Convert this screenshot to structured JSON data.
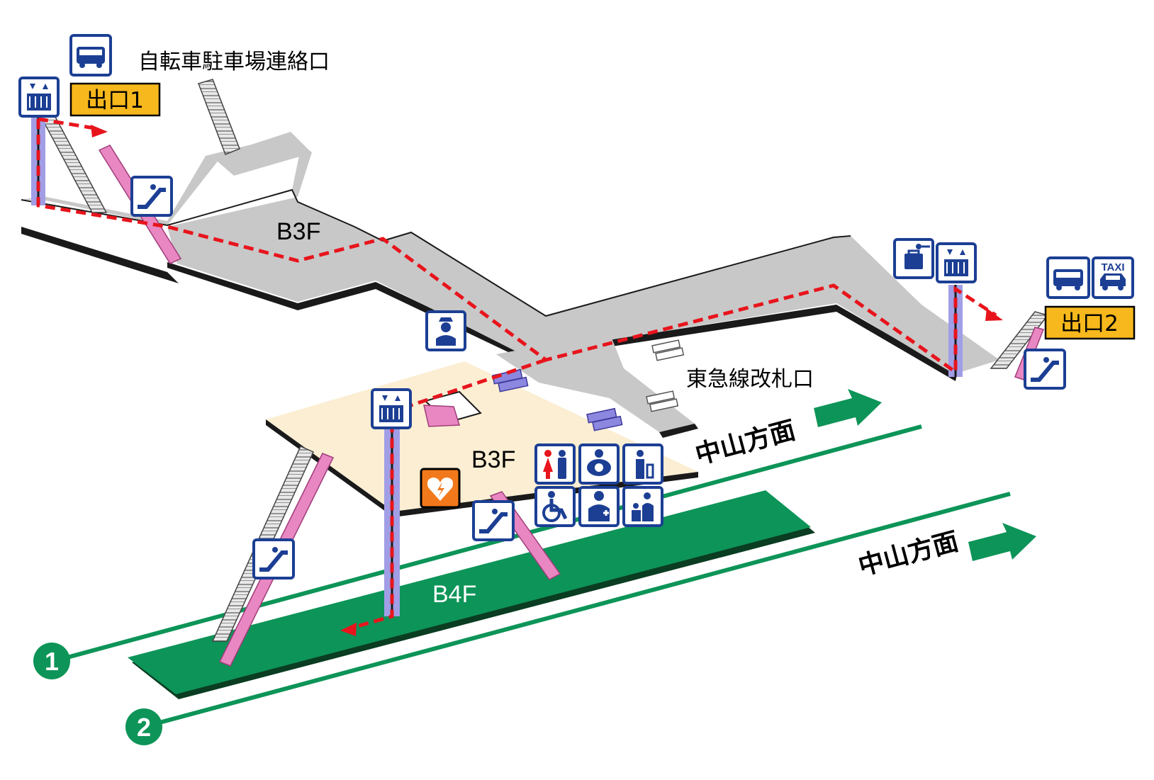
{
  "labels": {
    "bicycle_parking": "自転車駐車場連絡口",
    "exit1": "出口1",
    "exit2": "出口2",
    "floor_b3_upper": "B3F",
    "floor_b3_lower": "B3F",
    "floor_b4": "B4F",
    "tokyu_gate": "東急線改札口",
    "direction_1": "中山方面",
    "direction_2": "中山方面",
    "track_1": "1",
    "track_2": "2",
    "taxi": "TAXI"
  },
  "icons": [
    "bus-icon",
    "elevator-icon",
    "escalator-icon",
    "coin-locker-icon",
    "taxi-icon",
    "station-staff-icon",
    "aed-icon",
    "restroom-icon",
    "baby-care-icon",
    "ostomate-icon",
    "wheelchair-icon",
    "first-aid-icon",
    "nursing-room-icon"
  ],
  "colors": {
    "concourse": "#c8c8c8",
    "concourse_edge": "#1a1a1a",
    "ticket_floor": "#fbeed3",
    "platform": "#0d9458",
    "track_line": "#0d9458",
    "route_dash": "#e8141c",
    "escalator": "#e887c2",
    "elevator_shaft": "#a19ee6",
    "icon_blue": "#1c3f94",
    "exit_yellow": "#f6b81c",
    "aed_orange": "#f2791b",
    "gate": "#8c87df"
  }
}
